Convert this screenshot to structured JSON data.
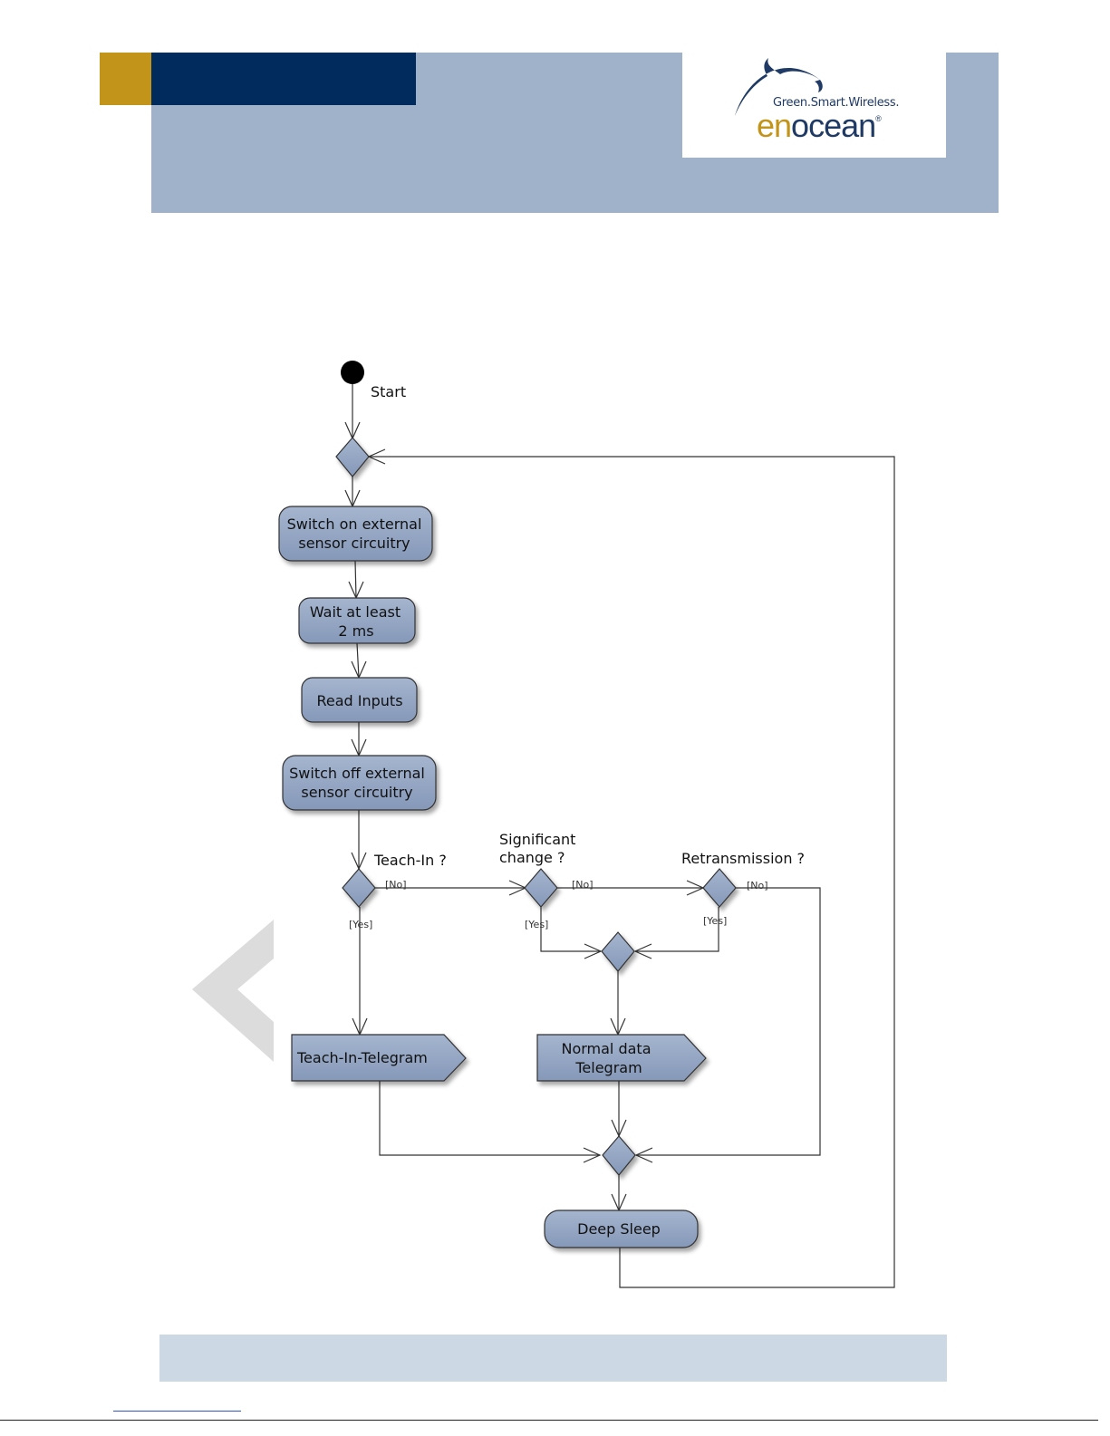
{
  "header": {
    "tagline": "Green.Smart.Wireless.",
    "logo_text_en": "en",
    "logo_text_ocean": "ocean",
    "registered_mark": "®"
  },
  "colors": {
    "gold": "#c3941a",
    "navy": "#002b5c",
    "header_band": "#a0b1ca",
    "footer_band": "#cdd8e5",
    "node_fill": "#93a5c2"
  },
  "diagram": {
    "start_label": "Start",
    "actions": {
      "switch_on": [
        "Switch on external",
        "sensor circuitry"
      ],
      "wait": [
        "Wait at least",
        "2 ms"
      ],
      "read_inputs": [
        "Read Inputs"
      ],
      "switch_off": [
        "Switch off external",
        "sensor circuitry"
      ],
      "deep_sleep": [
        "Deep Sleep"
      ]
    },
    "signals": {
      "teach_in": [
        "Teach-In-Telegram"
      ],
      "normal_data": [
        "Normal data",
        "Telegram"
      ]
    },
    "decisions": {
      "teach_in": [
        "Teach-In ?"
      ],
      "significant_change": [
        "Significant",
        "change ?"
      ],
      "retransmission": [
        "Retransmission ?"
      ]
    },
    "guards": {
      "no": "[No]",
      "yes": "[Yes]"
    }
  }
}
